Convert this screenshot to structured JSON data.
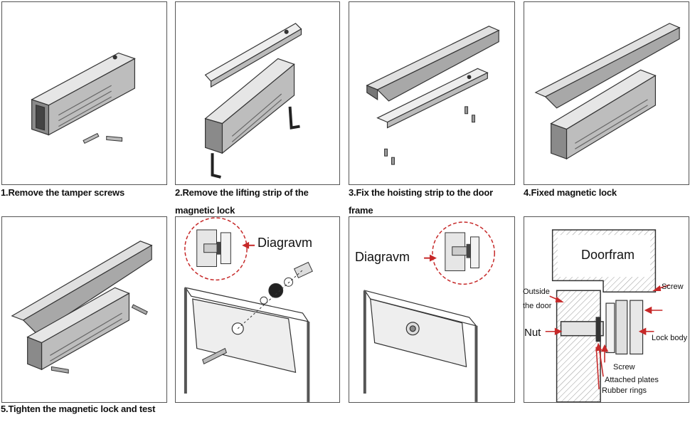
{
  "steps": [
    {
      "caption": "1.Remove the tamper screws"
    },
    {
      "caption": "2.Remove the lifting strip of the magnetic lock"
    },
    {
      "caption": "3.Fix the hoisting strip to the door frame"
    },
    {
      "caption": "4.Fixed magnetic lock"
    },
    {
      "caption": "5.Tighten the magnetic lock and test"
    }
  ],
  "diagram_label": "Diagravm",
  "section": {
    "doorframe": "Doorfram",
    "screw_top": "Screw",
    "outside_door_1": "Outside",
    "outside_door_2": "the door",
    "nut": "Nut",
    "lock_body": "Lock body",
    "screw_bottom": "Screw",
    "attached_plates": "Attached plates",
    "rubber_rings": "Rubber rings"
  },
  "colors": {
    "accent": "#d32f2f",
    "line": "#333333",
    "metal": "#cfcfcf"
  }
}
